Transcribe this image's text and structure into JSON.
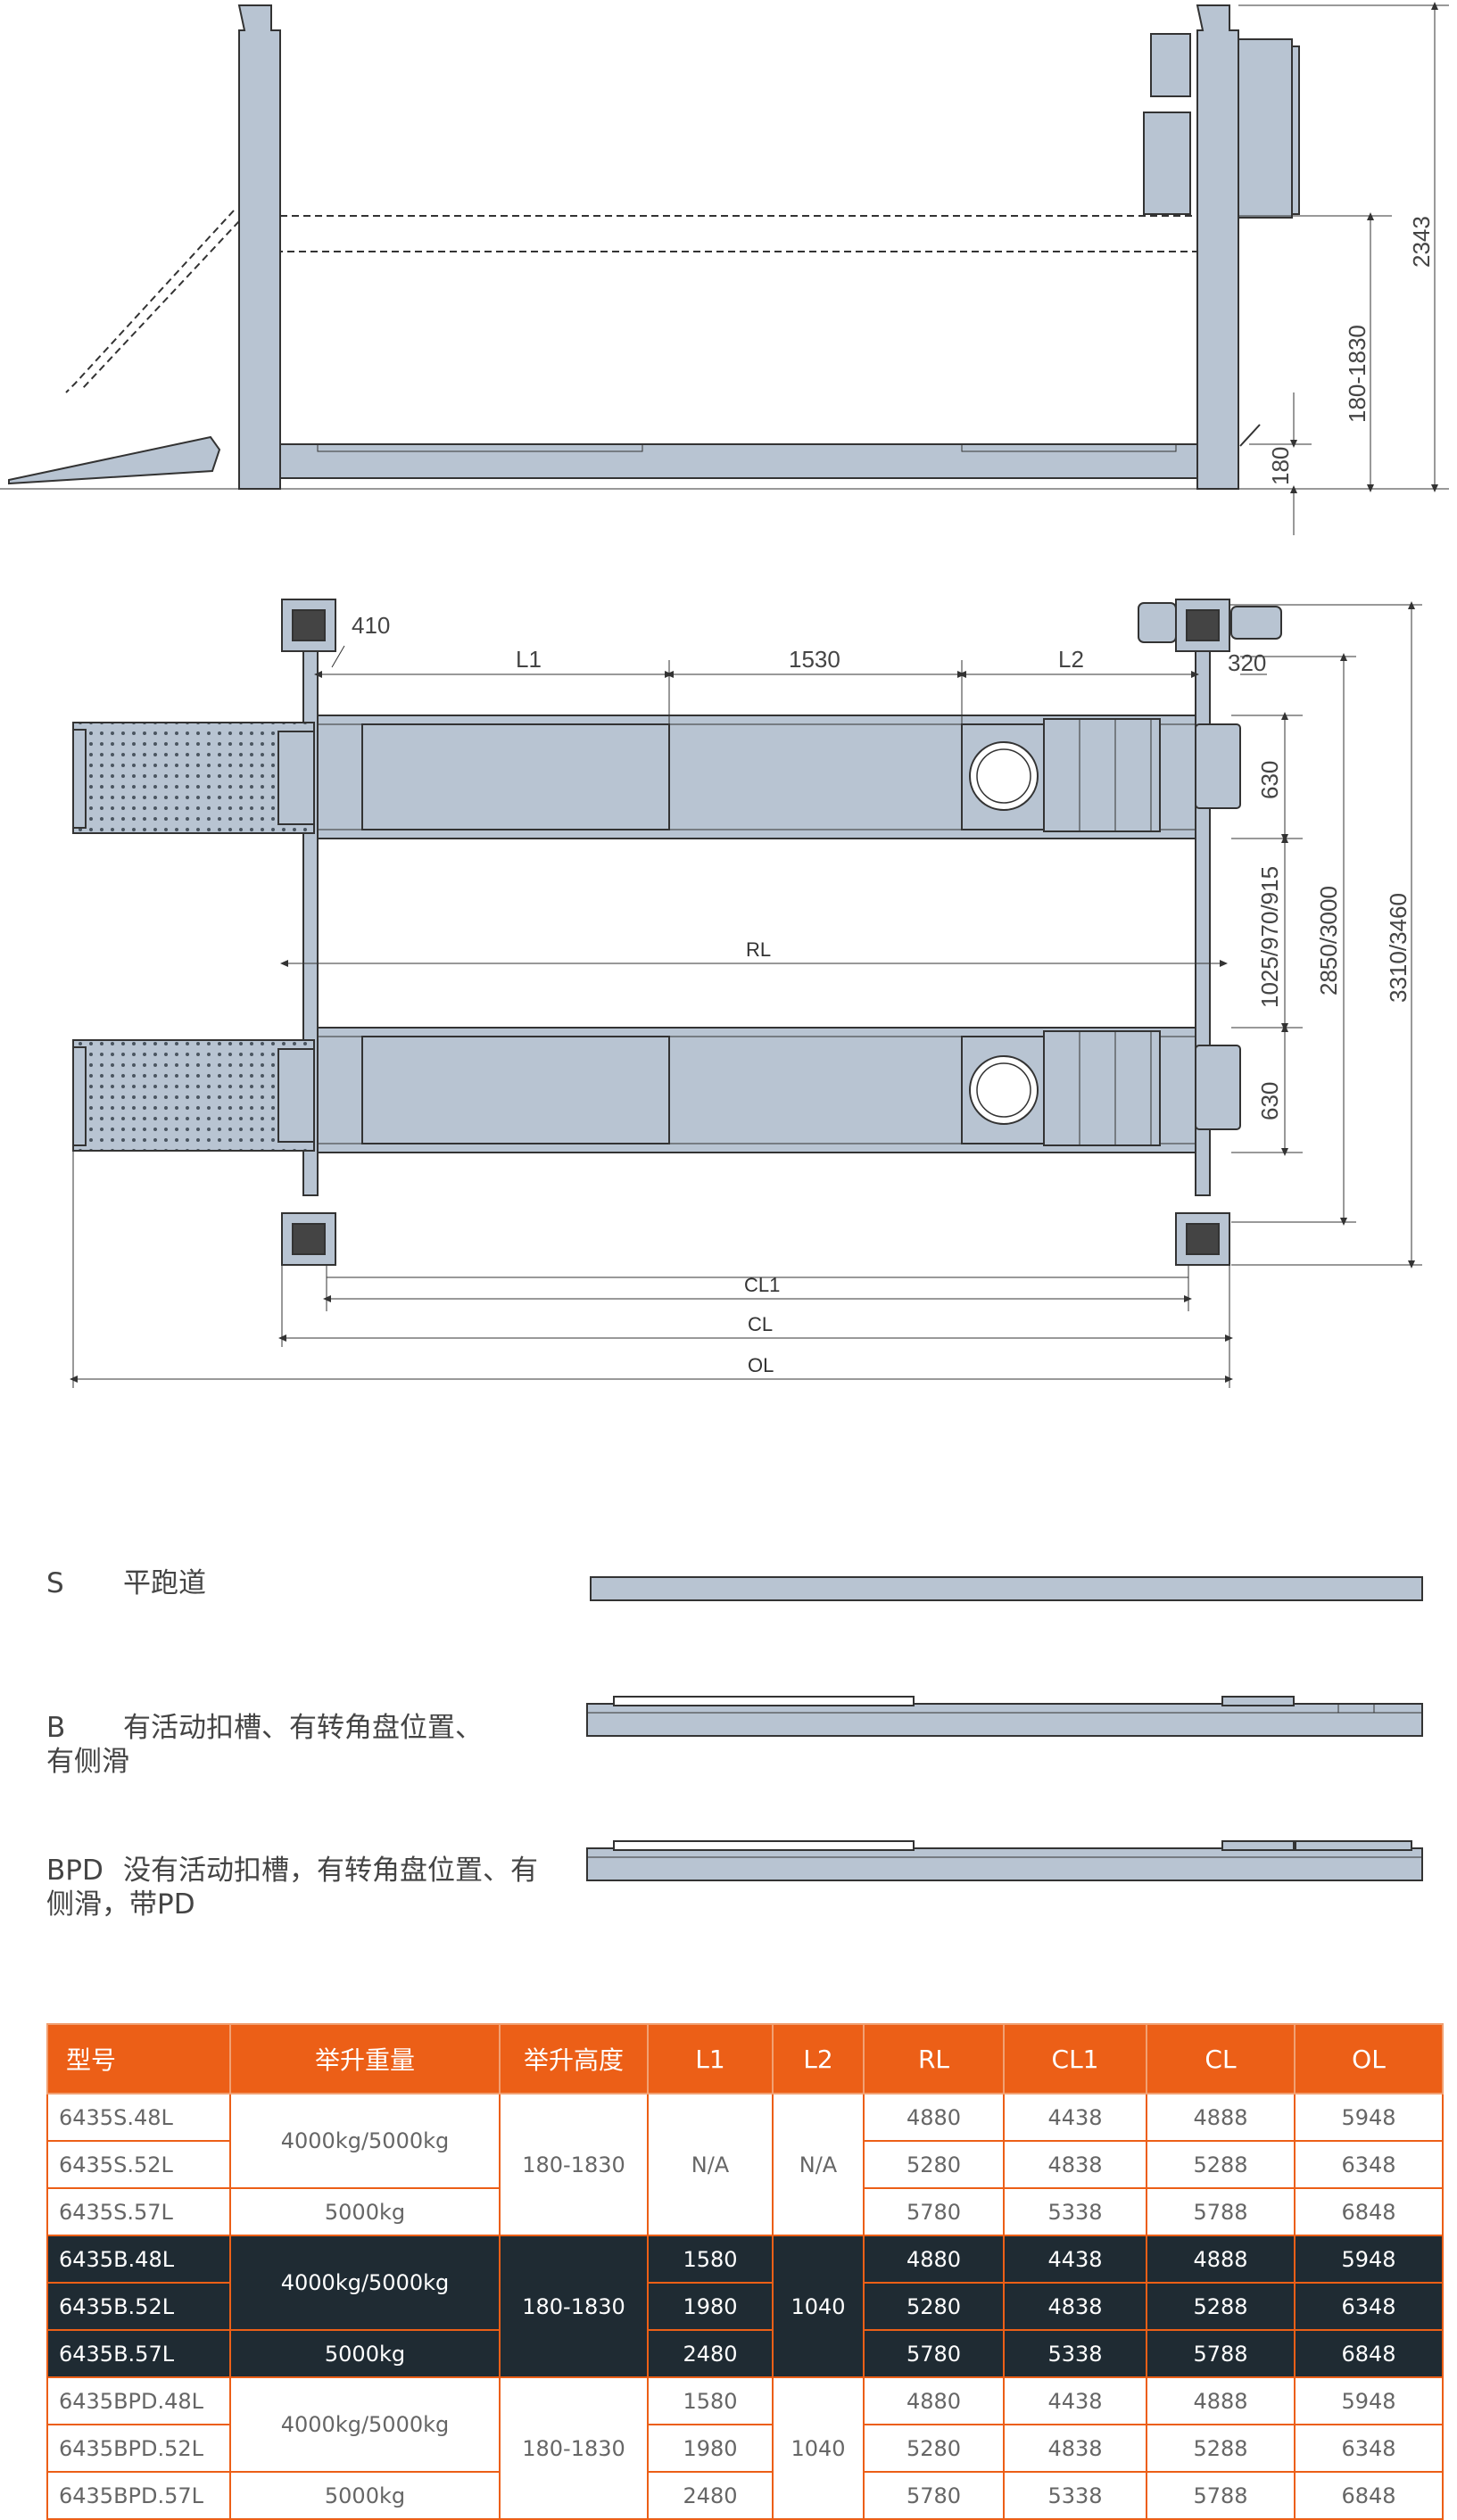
{
  "colors": {
    "accent": "#ec5f17",
    "dark_row": "#1f2b33",
    "steel": "#b8c4d2",
    "line": "#333333"
  },
  "diagram": {
    "side_view": {
      "dim_total": "2343",
      "dim_travel": "180-1830",
      "dim_low": "180"
    },
    "top_view": {
      "dim_410": "410",
      "dim_L1": "L1",
      "dim_1530": "1530",
      "dim_L2": "L2",
      "dim_320": "320",
      "dim_630_top": "630",
      "dim_gap": "1025/970/915",
      "dim_630_bottom": "630",
      "dim_inner": "2850/3000",
      "dim_outer": "3310/3460",
      "dim_RL": "RL",
      "dim_CL1": "CL1",
      "dim_CL": "CL",
      "dim_OL": "OL"
    }
  },
  "variants": [
    {
      "code": "S",
      "desc_line1": "平跑道",
      "desc_line2": ""
    },
    {
      "code": "B",
      "desc_line1": "有活动扣槽、有转角盘位置、",
      "desc_line2": "有侧滑"
    },
    {
      "code": "BPD",
      "desc_line1": "没有活动扣槽，有转角盘位置、有",
      "desc_line2": "侧滑，带PD"
    }
  ],
  "table": {
    "headers": [
      "型号",
      "举升重量",
      "举升高度",
      "L1",
      "L2",
      "RL",
      "CL1",
      "CL",
      "OL"
    ],
    "groups": [
      {
        "style": "light",
        "capacity_a": "4000kg/5000kg",
        "capacity_b": "5000kg",
        "height": "180-1830",
        "l1": [
          "N/A"
        ],
        "l2": "N/A",
        "rows": [
          {
            "model": "6435S.48L",
            "rl": "4880",
            "cl1": "4438",
            "cl": "4888",
            "ol": "5948"
          },
          {
            "model": "6435S.52L",
            "rl": "5280",
            "cl1": "4838",
            "cl": "5288",
            "ol": "6348"
          },
          {
            "model": "6435S.57L",
            "rl": "5780",
            "cl1": "5338",
            "cl": "5788",
            "ol": "6848"
          }
        ]
      },
      {
        "style": "dark",
        "capacity_a": "4000kg/5000kg",
        "capacity_b": "5000kg",
        "height": "180-1830",
        "l1": [
          "1580",
          "1980",
          "2480"
        ],
        "l2": "1040",
        "rows": [
          {
            "model": "6435B.48L",
            "rl": "4880",
            "cl1": "4438",
            "cl": "4888",
            "ol": "5948"
          },
          {
            "model": "6435B.52L",
            "rl": "5280",
            "cl1": "4838",
            "cl": "5288",
            "ol": "6348"
          },
          {
            "model": "6435B.57L",
            "rl": "5780",
            "cl1": "5338",
            "cl": "5788",
            "ol": "6848"
          }
        ]
      },
      {
        "style": "light",
        "capacity_a": "4000kg/5000kg",
        "capacity_b": "5000kg",
        "height": "180-1830",
        "l1": [
          "1580",
          "1980",
          "2480"
        ],
        "l2": "1040",
        "rows": [
          {
            "model": "6435BPD.48L",
            "rl": "4880",
            "cl1": "4438",
            "cl": "4888",
            "ol": "5948"
          },
          {
            "model": "6435BPD.52L",
            "rl": "5280",
            "cl1": "4838",
            "cl": "5288",
            "ol": "6348"
          },
          {
            "model": "6435BPD.57L",
            "rl": "5780",
            "cl1": "5338",
            "cl": "5788",
            "ol": "6848"
          }
        ]
      }
    ]
  }
}
